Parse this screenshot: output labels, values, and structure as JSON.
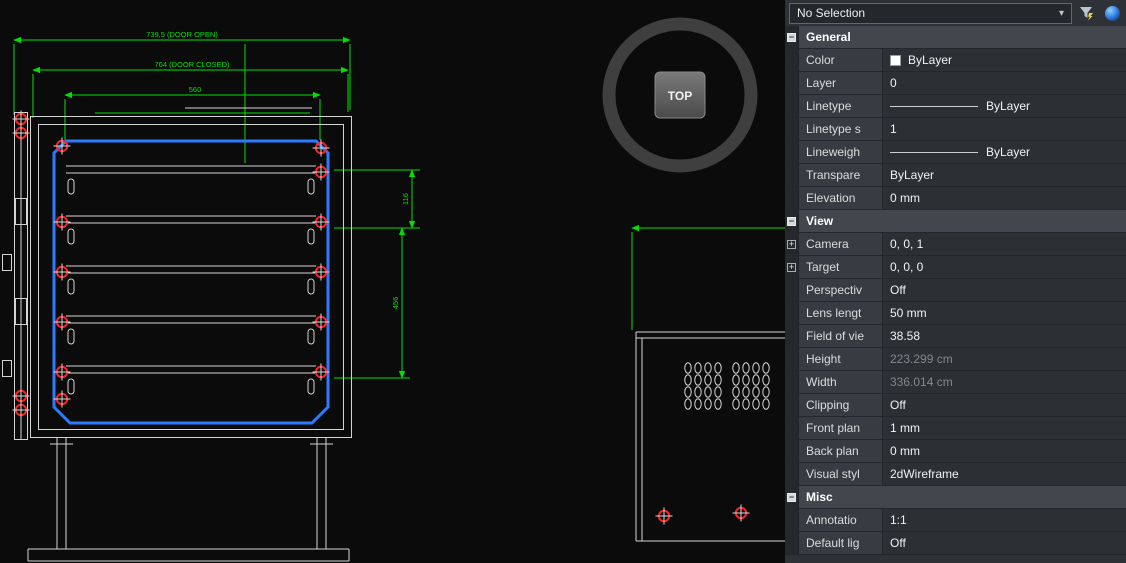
{
  "colors": {
    "dimension_green": "#00e000",
    "selection_blue": "#2b7bff",
    "marker_red": "#ff2222",
    "panel_bg": "#2e3237"
  },
  "drawing": {
    "dimensions": {
      "door_open": "739,5 (DOOR OPEN)",
      "door_closed": "764 (DOOR CLOSED)",
      "width_inner": "560",
      "height_upper": "116",
      "height_lower": "456"
    },
    "viewcube": {
      "top_label": "TOP"
    }
  },
  "panel": {
    "selector": {
      "value": "No Selection"
    },
    "glyphs": {
      "collapse": "−",
      "expand": "+",
      "chevron": "▾"
    },
    "sections": [
      {
        "title": "General",
        "rows": [
          {
            "name": "Color",
            "value": "ByLayer"
          },
          {
            "name": "Layer",
            "value": "0"
          },
          {
            "name": "Linetype",
            "value": "ByLayer"
          },
          {
            "name": "Linetype s",
            "value": "1"
          },
          {
            "name": "Lineweigh",
            "value": "ByLayer"
          },
          {
            "name": "Transpare",
            "value": "ByLayer"
          },
          {
            "name": "Elevation",
            "value": "0 mm"
          }
        ]
      },
      {
        "title": "View",
        "rows": [
          {
            "name": "Camera",
            "value": "0, 0, 1"
          },
          {
            "name": "Target",
            "value": "0, 0, 0"
          },
          {
            "name": "Perspectiv",
            "value": "Off"
          },
          {
            "name": "Lens lengt",
            "value": "50 mm"
          },
          {
            "name": "Field of vie",
            "value": "38.58"
          },
          {
            "name": "Height",
            "value": "223.299 cm"
          },
          {
            "name": "Width",
            "value": "336.014 cm"
          },
          {
            "name": "Clipping",
            "value": "Off"
          },
          {
            "name": "Front plan",
            "value": "1 mm"
          },
          {
            "name": "Back plan",
            "value": "0 mm"
          },
          {
            "name": "Visual styl",
            "value": "2dWireframe"
          }
        ]
      },
      {
        "title": "Misc",
        "rows": [
          {
            "name": "Annotatio",
            "value": "1:1"
          },
          {
            "name": "Default lig",
            "value": "Off"
          }
        ]
      }
    ]
  }
}
